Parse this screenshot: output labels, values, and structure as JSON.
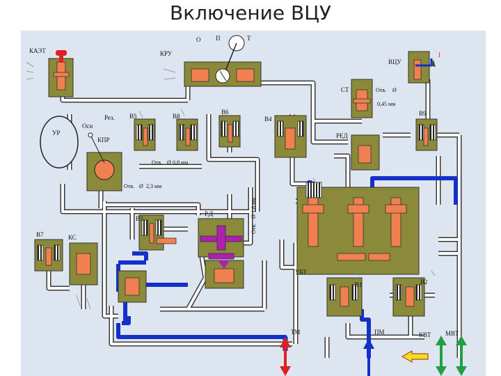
{
  "title": "Включение ВЦУ",
  "labels": {
    "kaet": "КАЭТ",
    "kru": "КРУ",
    "o": "О",
    "p": "П",
    "t": "Т",
    "vcu": "ВЦУ",
    "st": "СТ",
    "otv_st": "Отв.",
    "d045": "0,45 мм",
    "ur": "УР",
    "osn": "Осн",
    "rez": "Рез.",
    "kpr": "КПР",
    "v5": "В5",
    "v8": "В8",
    "v6": "В6",
    "v4": "В4",
    "red": "РЕД",
    "v9": "В9",
    "otv1": "Отв.",
    "d08": "0,8 мм",
    "otv2": "Отв.",
    "d23": "2,3 мм",
    "otv3": "Отв.",
    "d18": "1,8 мм",
    "v7": "В7",
    "ks": "КС",
    "v3": "В3",
    "rd": "Р,Д",
    "ubt": "УБТ",
    "v1": "В1",
    "v2": "В2",
    "tm": "ТМ",
    "pm": "ПМ",
    "kvt": "КВТ",
    "mvt": "МВТ",
    "roman_one": "I",
    "dia": "Ø"
  },
  "colors": {
    "pipe": "#3a3a3a",
    "pipe_fill": "#ffffff",
    "blue_line": "#1430c8",
    "olive": "#8a8a3a",
    "salmon": "#f08050",
    "magenta": "#b020b0",
    "red_arrow": "#e02020",
    "green_arrow": "#20a040",
    "yellow_arrow": "#f0e020",
    "ur_fill": "#dde6f0"
  }
}
